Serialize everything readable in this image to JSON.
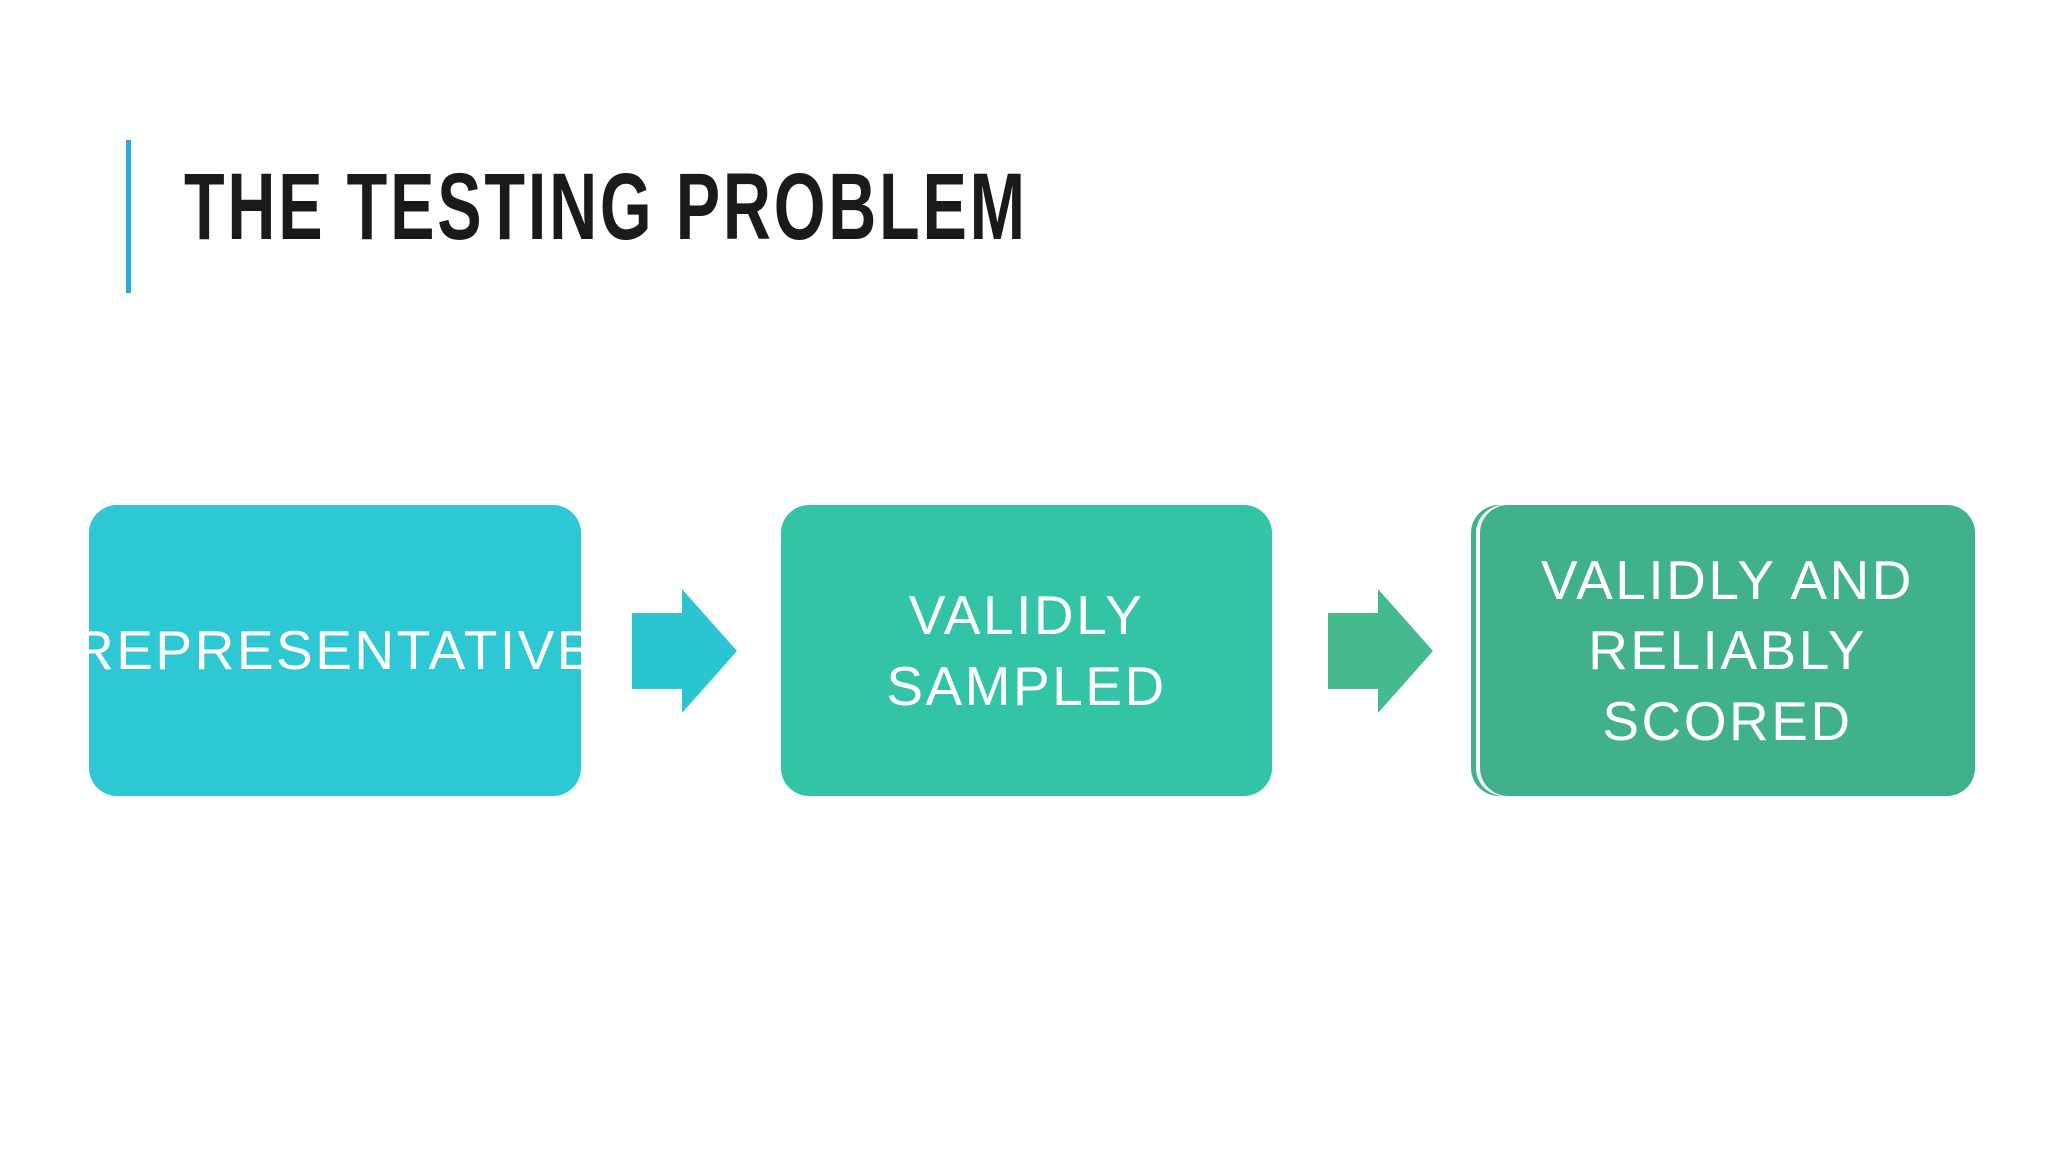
{
  "slide": {
    "title": "THE TESTING PROBLEM",
    "title_color": "#1A1A1A",
    "accent_color": "#29A9E0",
    "background_color": "#FFFFFF"
  },
  "diagram": {
    "type": "process-flow",
    "text_color": "#FFFFFF",
    "steps": [
      {
        "id": "step-1",
        "label": "REPRESENTATIVE",
        "lines": [
          "REPRESENTATIVE"
        ],
        "color": "#2DC8D3"
      },
      {
        "id": "step-2",
        "label": "VALIDLY SAMPLED",
        "lines": [
          "VALIDLY",
          "SAMPLED"
        ],
        "color": "#33C3A6"
      },
      {
        "id": "step-3",
        "label": "VALIDLY AND RELIABLY SCORED",
        "lines": [
          "VALIDLY AND",
          "RELIABLY",
          "SCORED"
        ],
        "color": "#41B189"
      }
    ],
    "arrows": [
      {
        "id": "arrow-1",
        "direction": "right",
        "color": "#2BC5D2"
      },
      {
        "id": "arrow-2",
        "direction": "right",
        "color": "#46BA8F"
      }
    ]
  }
}
